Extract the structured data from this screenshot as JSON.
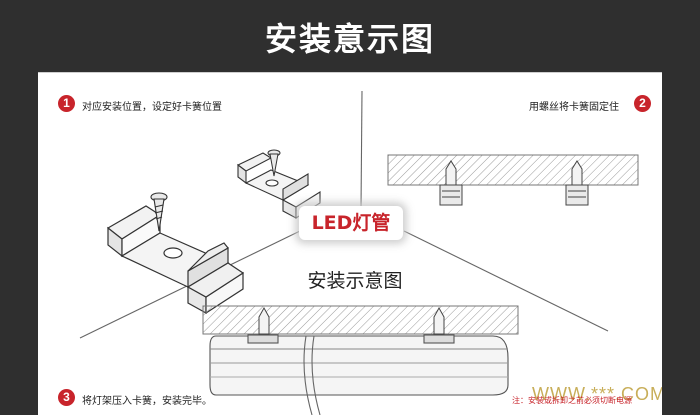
{
  "header": {
    "title": "安装意示图"
  },
  "steps": [
    {
      "number": "1",
      "text": "对应安装位置，设定好卡簧位置"
    },
    {
      "number": "2",
      "text": "用螺丝将卡簧固定住"
    },
    {
      "number": "3",
      "text": "将灯架压入卡簧，安装完毕。"
    }
  ],
  "center": {
    "badge": "LED灯管",
    "caption": "安装示意图"
  },
  "warning": "注：安装或拆卸之前必须切断电源",
  "watermark": "WWW.***.COM",
  "colors": {
    "accent": "#c8242b",
    "background": "#2f2f2f"
  }
}
